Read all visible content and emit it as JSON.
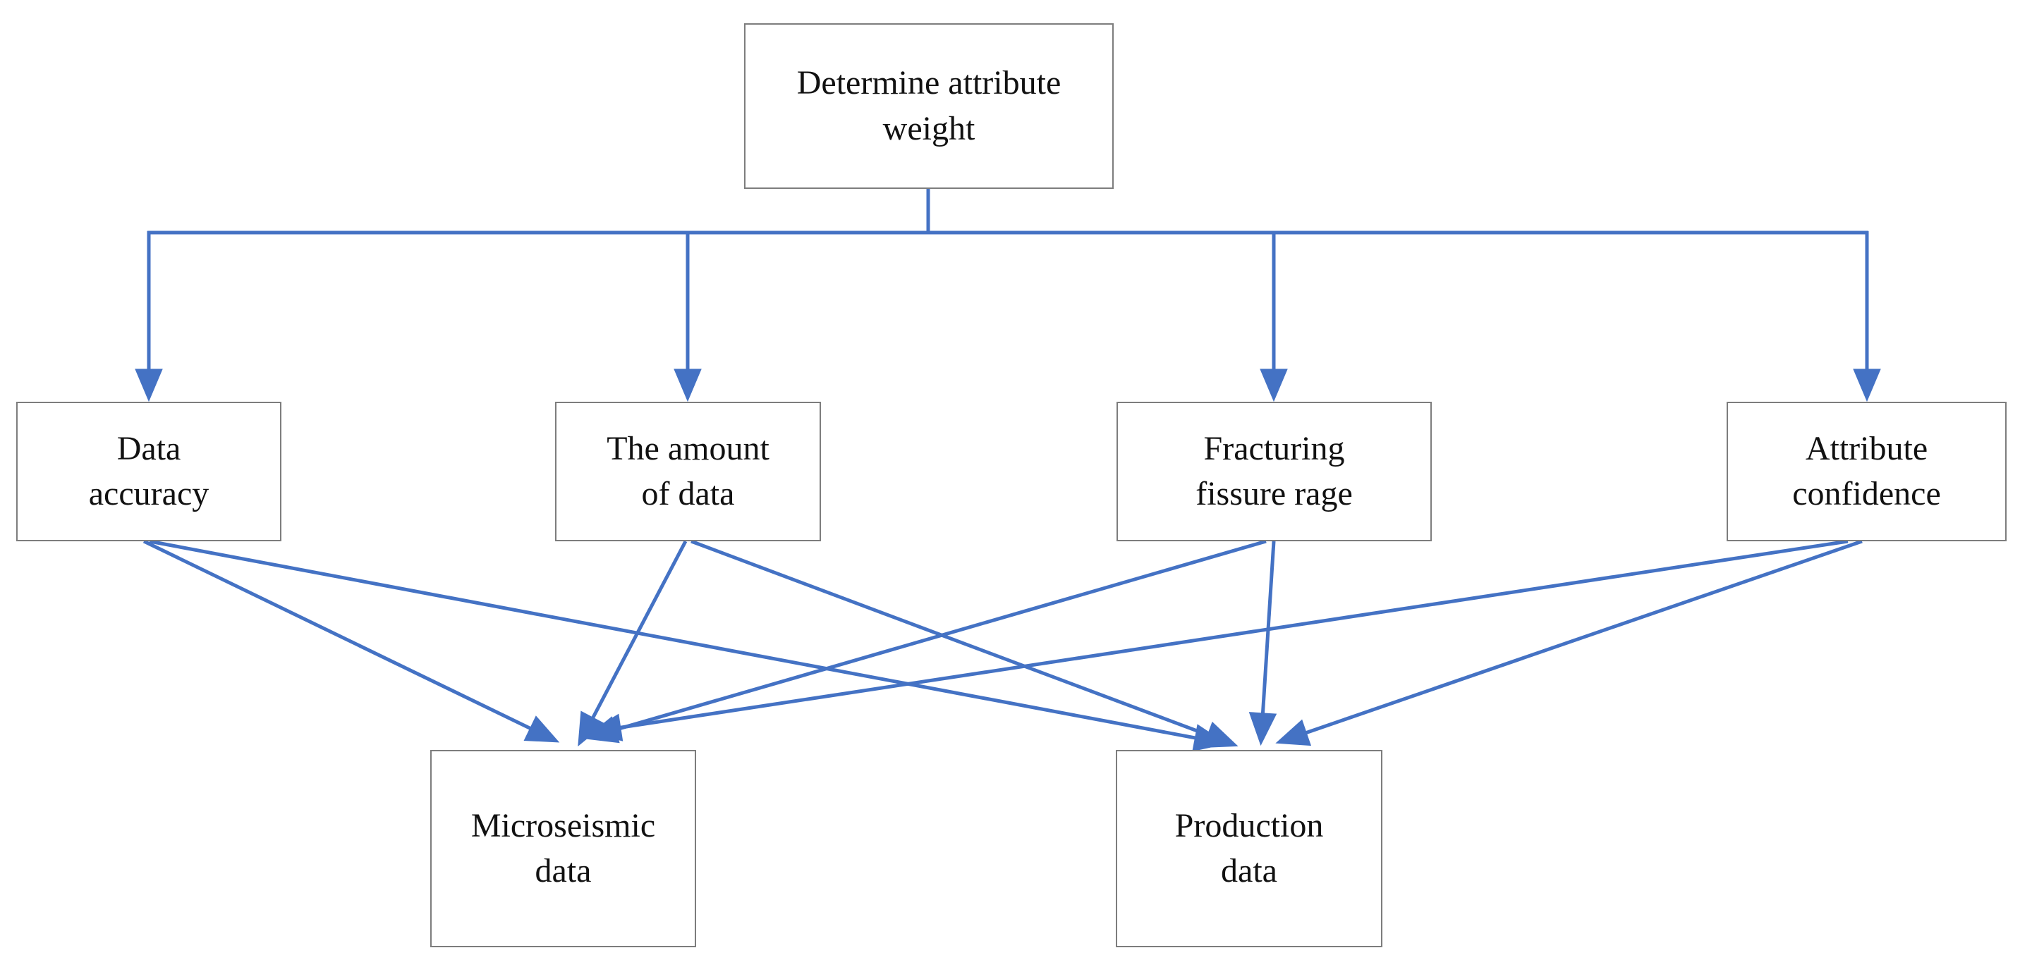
{
  "diagram": {
    "type": "flowchart",
    "background_color": "#ffffff",
    "accent_color": "#4472C4",
    "box_border_color": "#7d7d7d",
    "text_color": "#111111",
    "nodes": [
      {
        "id": "determine-attribute-weight",
        "label": "Determine attribute\nweight",
        "role": "root"
      },
      {
        "id": "data-accuracy",
        "label": "Data\naccuracy",
        "role": "attribute"
      },
      {
        "id": "the-amount-of-data",
        "label": "The amount\nof data",
        "role": "attribute"
      },
      {
        "id": "fracturing-fissure-rage",
        "label": "Fracturing\nfissure rage",
        "role": "attribute"
      },
      {
        "id": "attribute-confidence",
        "label": "Attribute\nconfidence",
        "role": "attribute"
      },
      {
        "id": "microseismic-data",
        "label": "Microseismic\ndata",
        "role": "data-source"
      },
      {
        "id": "production-data",
        "label": "Production\ndata",
        "role": "data-source"
      }
    ],
    "edges": [
      {
        "from": "determine-attribute-weight",
        "to": "data-accuracy"
      },
      {
        "from": "determine-attribute-weight",
        "to": "the-amount-of-data"
      },
      {
        "from": "determine-attribute-weight",
        "to": "fracturing-fissure-rage"
      },
      {
        "from": "determine-attribute-weight",
        "to": "attribute-confidence"
      },
      {
        "from": "data-accuracy",
        "to": "microseismic-data"
      },
      {
        "from": "data-accuracy",
        "to": "production-data"
      },
      {
        "from": "the-amount-of-data",
        "to": "microseismic-data"
      },
      {
        "from": "the-amount-of-data",
        "to": "production-data"
      },
      {
        "from": "fracturing-fissure-rage",
        "to": "microseismic-data"
      },
      {
        "from": "fracturing-fissure-rage",
        "to": "production-data"
      },
      {
        "from": "attribute-confidence",
        "to": "microseismic-data"
      },
      {
        "from": "attribute-confidence",
        "to": "production-data"
      }
    ]
  }
}
